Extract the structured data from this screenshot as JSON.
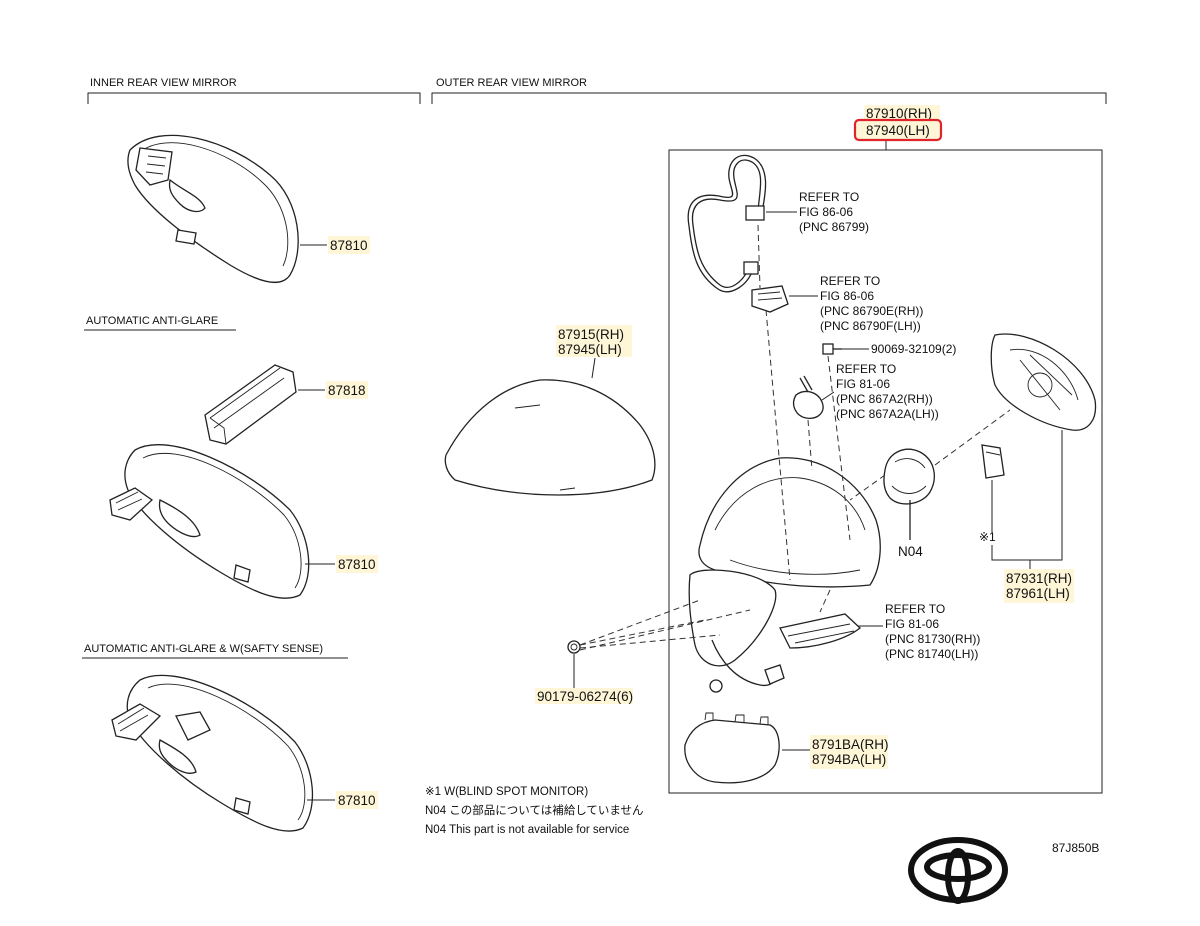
{
  "sections": {
    "inner": "INNER REAR VIEW MIRROR",
    "outer": "OUTER REAR VIEW MIRROR",
    "anti_glare": "AUTOMATIC ANTI-GLARE",
    "anti_glare_w": "AUTOMATIC ANTI-GLARE & W(SAFTY SENSE)"
  },
  "parts": {
    "inner_mirror_1": "87810",
    "anti_glare_cover": "87818",
    "inner_mirror_2": "87810",
    "inner_mirror_3": "87810",
    "outer_assy_rh": "87910(RH)",
    "outer_assy_lh": "87940(LH)",
    "cover_rh": "87915(RH)",
    "cover_lh": "87945(LH)",
    "screw": "90069-32109(2)",
    "clip": "90179-06274(6)",
    "motor": "N04",
    "mark": "※1",
    "mirror_rh": "87931(RH)",
    "mirror_lh": "87961(LH)",
    "lower_cover_rh": "8791BA(RH)",
    "lower_cover_lh": "8794BA(LH)"
  },
  "refs": {
    "r1": {
      "line1": "REFER TO",
      "line2": "FIG 86-06",
      "line3": "(PNC 86799)"
    },
    "r2": {
      "line1": "REFER TO",
      "line2": "FIG 86-06",
      "line3": "(PNC 86790E(RH))",
      "line4": "(PNC 86790F(LH))"
    },
    "r3": {
      "line1": "REFER TO",
      "line2": "FIG 81-06",
      "line3": "(PNC 867A2(RH))",
      "line4": "(PNC 867A2A(LH))"
    },
    "r4": {
      "line1": "REFER TO",
      "line2": "FIG 81-06",
      "line3": "(PNC 81730(RH))",
      "line4": "(PNC 81740(LH))"
    }
  },
  "notes": {
    "n1": "※1 W(BLIND SPOT MONITOR)",
    "n2": "N04 この部品については補給していません",
    "n3": "N04 This part is not available for service"
  },
  "figure_id": "87J850B",
  "colors": {
    "highlight": "#e0242b",
    "label_bg": "#fff6d8"
  },
  "logo": "toyota-logo"
}
